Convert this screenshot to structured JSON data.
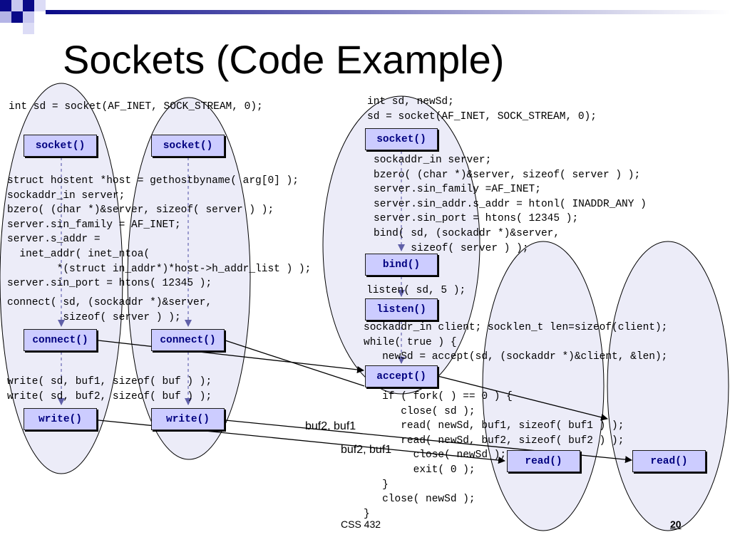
{
  "title": "Sockets (Code Example)",
  "colors": {
    "box_fill": "#ccccff",
    "box_text": "#000080",
    "dashed_line": "#8080c0"
  },
  "client": {
    "line1": "int sd = socket(AF_INET, SOCK_STREAM, 0);",
    "block2": "struct hostent *host = gethostbyname( arg[0] );\nsockaddr_in server;\nbzero( (char *)&server, sizeof( server ) );\nserver.sin_family = AF_INET;\nserver.s_addr =\n  inet_addr( inet_ntoa(\n        *(struct in_addr*)*host->h_addr_list ) );\nserver.sin_port = htons( 12345 );",
    "block3": "connect( sd, (sockaddr *)&server,\n         sizeof( server ) );",
    "block4": "write( sd, buf1, sizeof( buf ) );\nwrite( sd, buf2, sizeof( buf ) );"
  },
  "server": {
    "block1": "int sd, newSd;\nsd = socket(AF_INET, SOCK_STREAM, 0);",
    "block2": "sockaddr_in server;\nbzero( (char *)&server, sizeof( server ) );\nserver.sin_family =AF_INET;\nserver.sin_addr.s_addr = htonl( INADDR_ANY )\nserver.sin_port = htons( 12345 );\nbind( sd, (sockaddr *)&server,\n      sizeof( server ) );",
    "block3": "listen( sd, 5 );",
    "block4": "sockaddr_in client; socklen_t len=sizeof(client);\nwhile( true ) {\n   newSd = accept(sd, (sockaddr *)&client, &len);",
    "block5": "   if ( fork( ) == 0 ) {\n      close( sd );\n      read( newSd, buf1, sizeof( buf1 ) );\n      read( newSd, buf2, sizeof( buf2 ) );\n        close( newSd );\n        exit( 0 );\n   }\n   close( newSd );\n}"
  },
  "boxes": {
    "socket_1": "socket()",
    "socket_2": "socket()",
    "socket_3": "socket()",
    "connect_1": "connect()",
    "connect_2": "connect()",
    "write_1": "write()",
    "write_2": "write()",
    "bind": "bind()",
    "listen": "listen()",
    "accept": "accept()",
    "read_1": "read()",
    "read_2": "read()"
  },
  "labels": {
    "arrow1": "buf2, buf1",
    "arrow2": "buf2, buf1"
  },
  "footer": {
    "course": "CSS 432",
    "page": "20"
  }
}
